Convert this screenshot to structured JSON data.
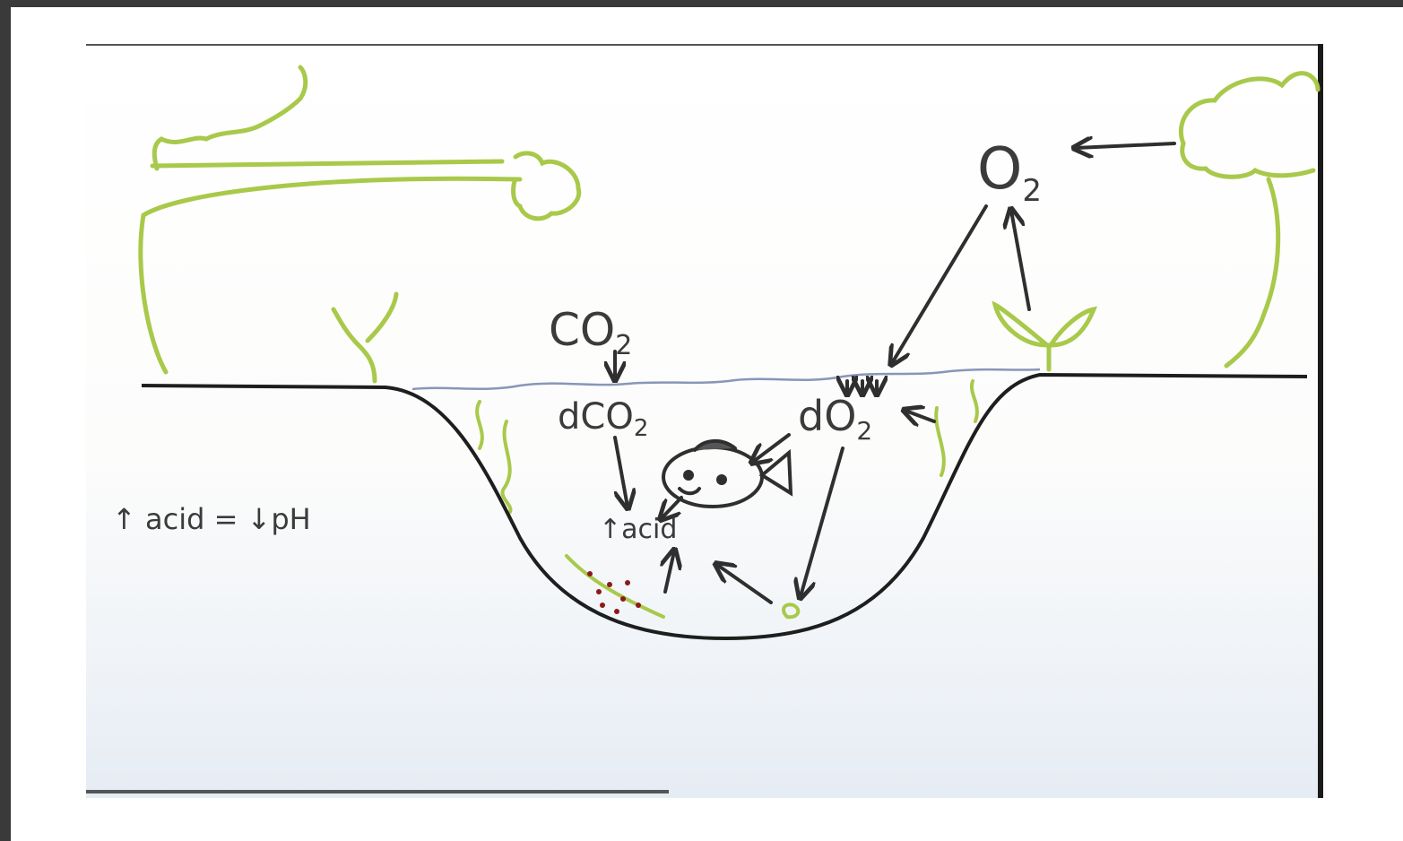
{
  "labels": {
    "o2": "O",
    "o2_sub": "2",
    "co2": "CO",
    "co2_sub": "2",
    "dco2": "dCO",
    "dco2_sub": "2",
    "do2": "dO",
    "do2_sub": "2",
    "acid_up": "↑acid",
    "equation": "↑ acid = ↓pH"
  },
  "colors": {
    "plant_green": "#a8c94a",
    "ink": "#2f2f2f",
    "water": "#8896b8",
    "dots": "#8b1a1a"
  }
}
